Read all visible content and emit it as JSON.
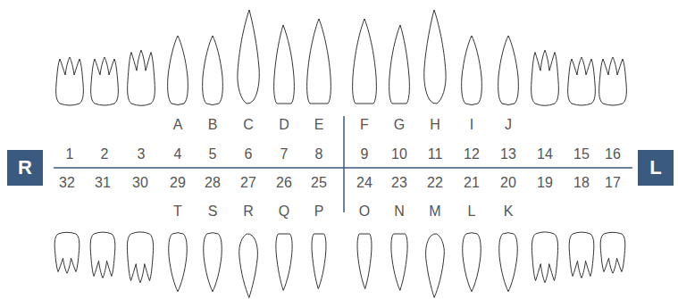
{
  "diagram": {
    "nodes": [
      {
        "text": [
          "R"
        ]
      },
      {
        "text": [
          "L"
        ]
      }
    ],
    "labels": [
      "A",
      "B",
      "C",
      "D",
      "E",
      "F",
      "G",
      "H",
      "I",
      "J",
      "1",
      "2",
      "3",
      "4",
      "5",
      "6",
      "7",
      "8",
      "9",
      "10",
      "11",
      "12",
      "13",
      "14",
      "15",
      "16",
      "32",
      "31",
      "30",
      "29",
      "28",
      "27",
      "26",
      "25",
      "24",
      "23",
      "22",
      "21",
      "20",
      "19",
      "18",
      "17",
      "T",
      "S",
      "R",
      "Q",
      "P",
      "O",
      "N",
      "M",
      "L",
      "K"
    ]
  }
}
